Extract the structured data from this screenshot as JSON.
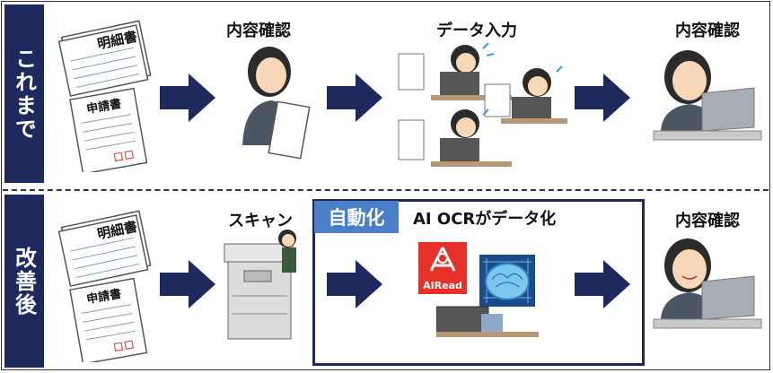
{
  "rows": {
    "before_label": "これまで",
    "after_label": "改善後"
  },
  "before": {
    "docs": {
      "title_top": "明細書",
      "title_bottom": "申請書"
    },
    "step_check": "内容確認",
    "step_input": "データ入力",
    "step_final": "内容確認"
  },
  "after": {
    "docs": {
      "title_top": "明細書",
      "title_bottom": "申請書"
    },
    "step_scan": "スキャン",
    "auto_tag": "自動化",
    "ocr_caption": "AI OCRがデータ化",
    "logo_text": "AIRead",
    "step_final": "内容確認"
  },
  "colors": {
    "navy": "#1e2a5e",
    "accent_blue": "#4a7ec8",
    "logo_red": "#e6302a"
  }
}
